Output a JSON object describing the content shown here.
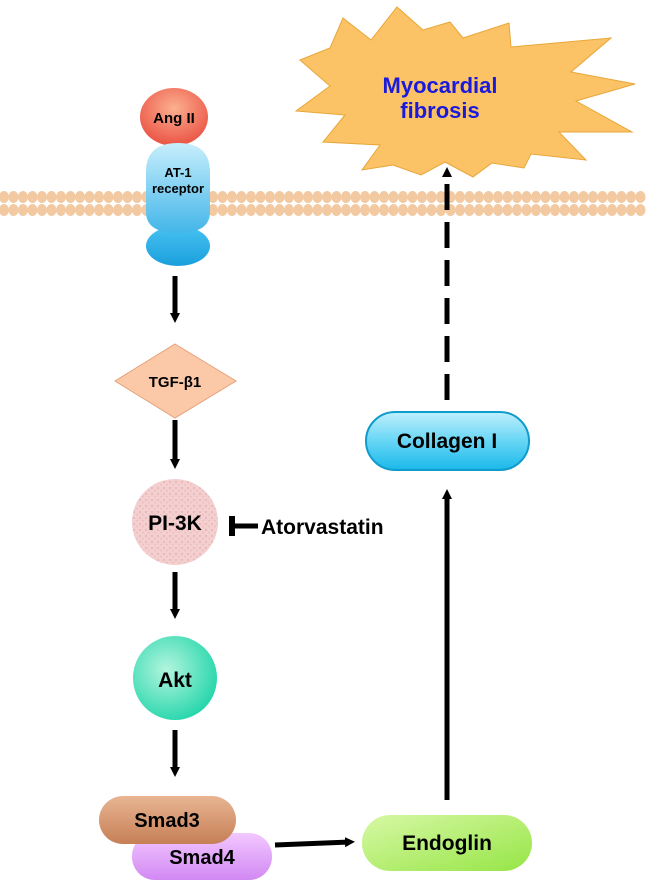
{
  "nodes": {
    "ang_ii": "Ang II",
    "at1_receptor_line1": "AT-1",
    "at1_receptor_line2": "receptor",
    "tgf_beta1": "TGF-β1",
    "pi3k": "PI-3K",
    "atorvastatin": "Atorvastatin",
    "akt": "Akt",
    "smad3": "Smad3",
    "smad4": "Smad4",
    "endoglin": "Endoglin",
    "collagen_i": "Collagen I",
    "outcome_line1": "Myocardial",
    "outcome_line2": "fibrosis"
  },
  "colors": {
    "outcome_text": "#1a1adc",
    "starburst": "#fbc366",
    "membrane": "#f2c9a0",
    "arrow": "#000000"
  }
}
